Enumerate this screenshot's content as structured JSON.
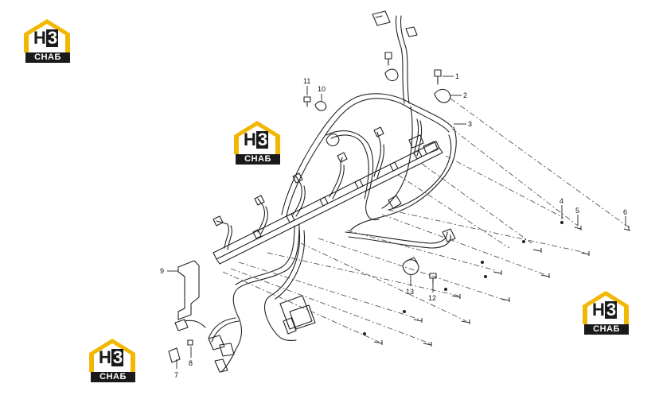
{
  "logo": {
    "mark": "H",
    "mark_num": "3",
    "band": "СНАБ",
    "accent": "#f2b705"
  },
  "callouts": [
    "1",
    "2",
    "3",
    "4",
    "5",
    "6",
    "7",
    "8",
    "9",
    "10",
    "11",
    "12",
    "13"
  ],
  "colors": {
    "line": "#222222",
    "dash": "#555555",
    "background": "#ffffff"
  }
}
